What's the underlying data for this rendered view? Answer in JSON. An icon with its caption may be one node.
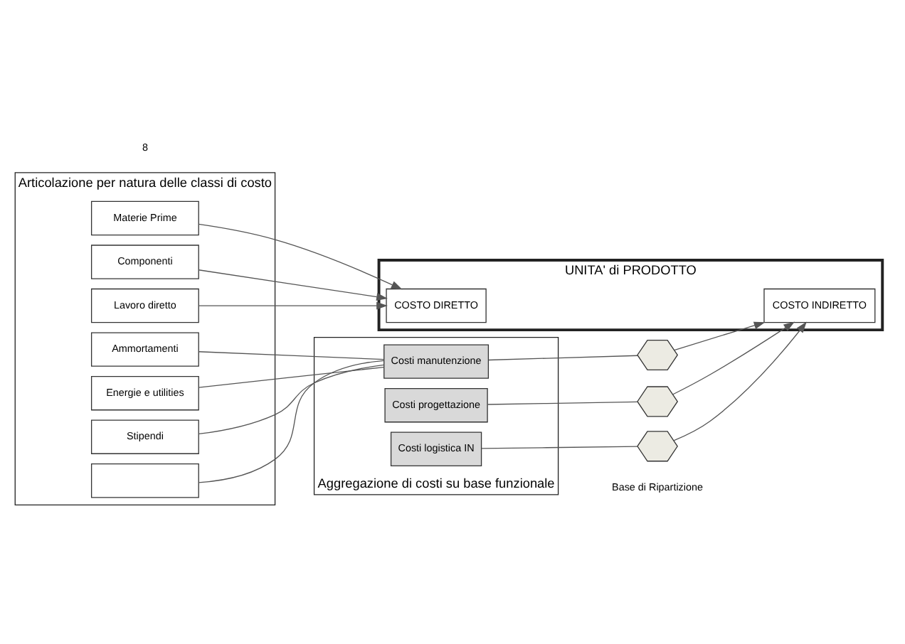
{
  "diagram": {
    "nodes": [
      {
        "text": [
          "Articolazione per natura delle classi di costo"
        ]
      },
      {
        "text": [
          "Materie Prime"
        ],
        "in": 0
      },
      {
        "text": [
          "Componenti"
        ],
        "in": 0
      },
      {
        "text": [
          "Lavoro diretto"
        ],
        "in": 0
      },
      {
        "text": [
          "Ammortamenti"
        ],
        "in": 0
      },
      {
        "text": [
          "Energie e utilities"
        ],
        "in": 0
      },
      {
        "text": [
          "Stipendi"
        ],
        "in": 0
      },
      {
        "text": [],
        "shape": "box",
        "in": 0
      },
      {
        "text": [],
        "shape": "box",
        "beside": [
          "Aggregazione di costi su base funzionale"
        ]
      },
      {
        "text": [
          "Costi manutenzione"
        ],
        "in": 8
      },
      {
        "text": [
          "Costi progettazione"
        ],
        "in": 8
      },
      {
        "text": [
          "Costi logistica IN"
        ],
        "in": 8
      },
      {
        "text": [],
        "shape": "hexagon"
      },
      {
        "text": [],
        "shape": "hexagon"
      },
      {
        "text": [],
        "shape": "hexagon"
      },
      {
        "text": [
          "UNITA' di PRODOTTO"
        ]
      },
      {
        "text": [
          "COSTO DIRETTO"
        ],
        "in": 15
      },
      {
        "text": [
          "COSTO INDIRETTO"
        ],
        "in": 15
      }
    ],
    "edges": [
      {
        "from": 1,
        "to": 16,
        "arrow": "to"
      },
      {
        "from": 2,
        "to": 16,
        "arrow": "to"
      },
      {
        "from": 3,
        "to": 16,
        "arrow": "to"
      },
      {
        "from": 4,
        "to": 9,
        "arrow": "none"
      },
      {
        "from": 5,
        "to": 9,
        "arrow": "none"
      },
      {
        "from": 6,
        "to": 9,
        "arrow": "none"
      },
      {
        "from": 7,
        "to": 9,
        "arrow": "none"
      },
      {
        "from": 9,
        "to": 12,
        "arrow": "none"
      },
      {
        "from": 12,
        "to": 17,
        "arrow": "to"
      },
      {
        "from": 10,
        "to": 13,
        "arrow": "none"
      },
      {
        "from": 13,
        "to": 17,
        "arrow": "to"
      },
      {
        "from": 11,
        "to": 14,
        "arrow": "none"
      },
      {
        "from": 14,
        "to": 17,
        "arrow": "to"
      }
    ],
    "labels": [
      "Base di Ripartizione",
      "8"
    ]
  }
}
